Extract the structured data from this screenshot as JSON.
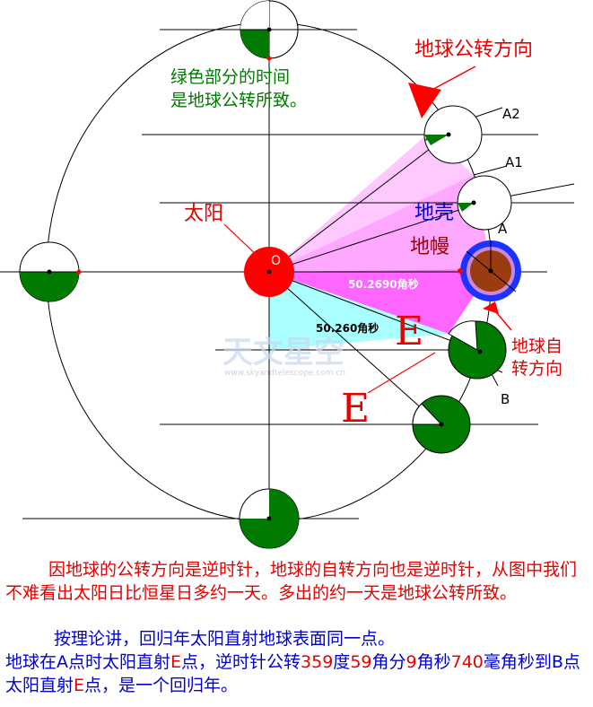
{
  "labels": {
    "revolution_direction": "地球公转方向",
    "green_part_line1": "绿色部分的时间",
    "green_part_line2": "是地球公转所致。",
    "a2": "A2",
    "a1": "A1",
    "a": "A",
    "b": "B",
    "sun": "太阳",
    "o": "O",
    "crust": "地壳",
    "mantle": "地幔",
    "angle_upper": "50.2690角秒",
    "angle_lower": "50.260角秒",
    "e_inner": "E",
    "e_outer": "E",
    "rotation_direction_line1": "地球自",
    "rotation_direction_line2": "转方向",
    "watermark": "天文星空",
    "watermark_url": "www.skyandtelescope.com.cn"
  },
  "paragraph1": "因地球的公转方向是逆时针，地球的自转方向也是逆时针，从图中我们不难看出太阳日比恒星日多约一天。多出的约一天是地球公转所致。",
  "paragraph2": "按理论讲，回归年太阳直射地球表面同一点。",
  "paragraph3": {
    "t1": "地球在A点时太阳直射",
    "t2": "E",
    "t3": "点，逆时针公转",
    "t4": "359",
    "t5": "度",
    "t6": "59",
    "t7": "角分",
    "t8": "9",
    "t9": "角秒",
    "t10": "740",
    "t11": "毫角秒到B点太阳直射",
    "t12": "E",
    "t13": "点，是一个回归年。"
  },
  "colors": {
    "green": "#007a00",
    "red": "#ff0000",
    "pink_light": "#ffc8ff",
    "magenta": "#ff66ff",
    "cyan": "#aaffff",
    "blue_crust": "#1a33ff",
    "brown_mantle": "#9a3c10",
    "text_red": "#e60000",
    "text_blue": "#0000cc"
  }
}
